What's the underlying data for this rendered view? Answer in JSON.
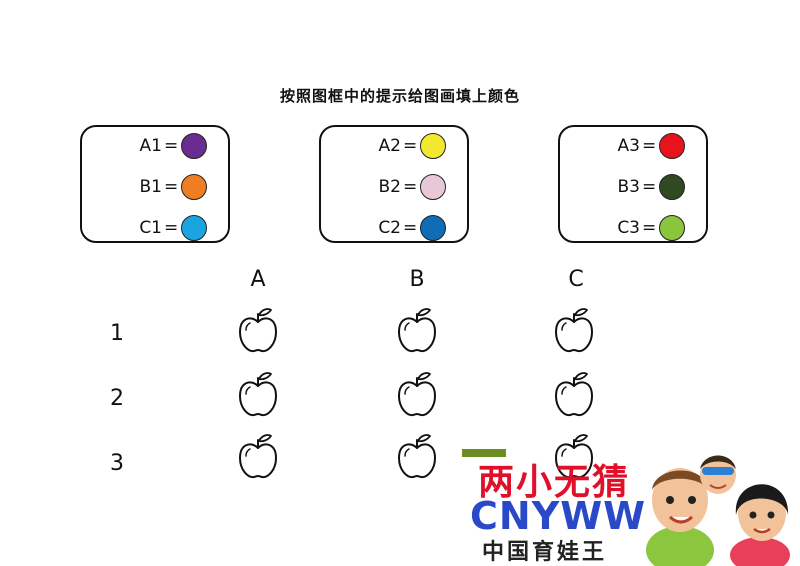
{
  "title": "按照图框中的提示给图画填上颜色",
  "legend_boxes": [
    {
      "items": [
        {
          "label": "A1",
          "eq": "=",
          "color": "#6a2c91"
        },
        {
          "label": "B1",
          "eq": "=",
          "color": "#ef7d22"
        },
        {
          "label": "C1",
          "eq": "=",
          "color": "#1ba5e0"
        }
      ]
    },
    {
      "items": [
        {
          "label": "A2",
          "eq": "=",
          "color": "#f2e830"
        },
        {
          "label": "B2",
          "eq": "=",
          "color": "#e8c8d6"
        },
        {
          "label": "C2",
          "eq": "=",
          "color": "#0f6cb5"
        }
      ]
    },
    {
      "items": [
        {
          "label": "A3",
          "eq": "=",
          "color": "#e8141c"
        },
        {
          "label": "B3",
          "eq": "=",
          "color": "#2f4a22"
        },
        {
          "label": "C3",
          "eq": "=",
          "color": "#8ac53e"
        }
      ]
    }
  ],
  "grid": {
    "columns": [
      "A",
      "B",
      "C"
    ],
    "rows": [
      "1",
      "2",
      "3"
    ]
  },
  "watermark": {
    "line1": "两小无猜",
    "line2": "CNYWW",
    "line3": "中国育娃王"
  }
}
